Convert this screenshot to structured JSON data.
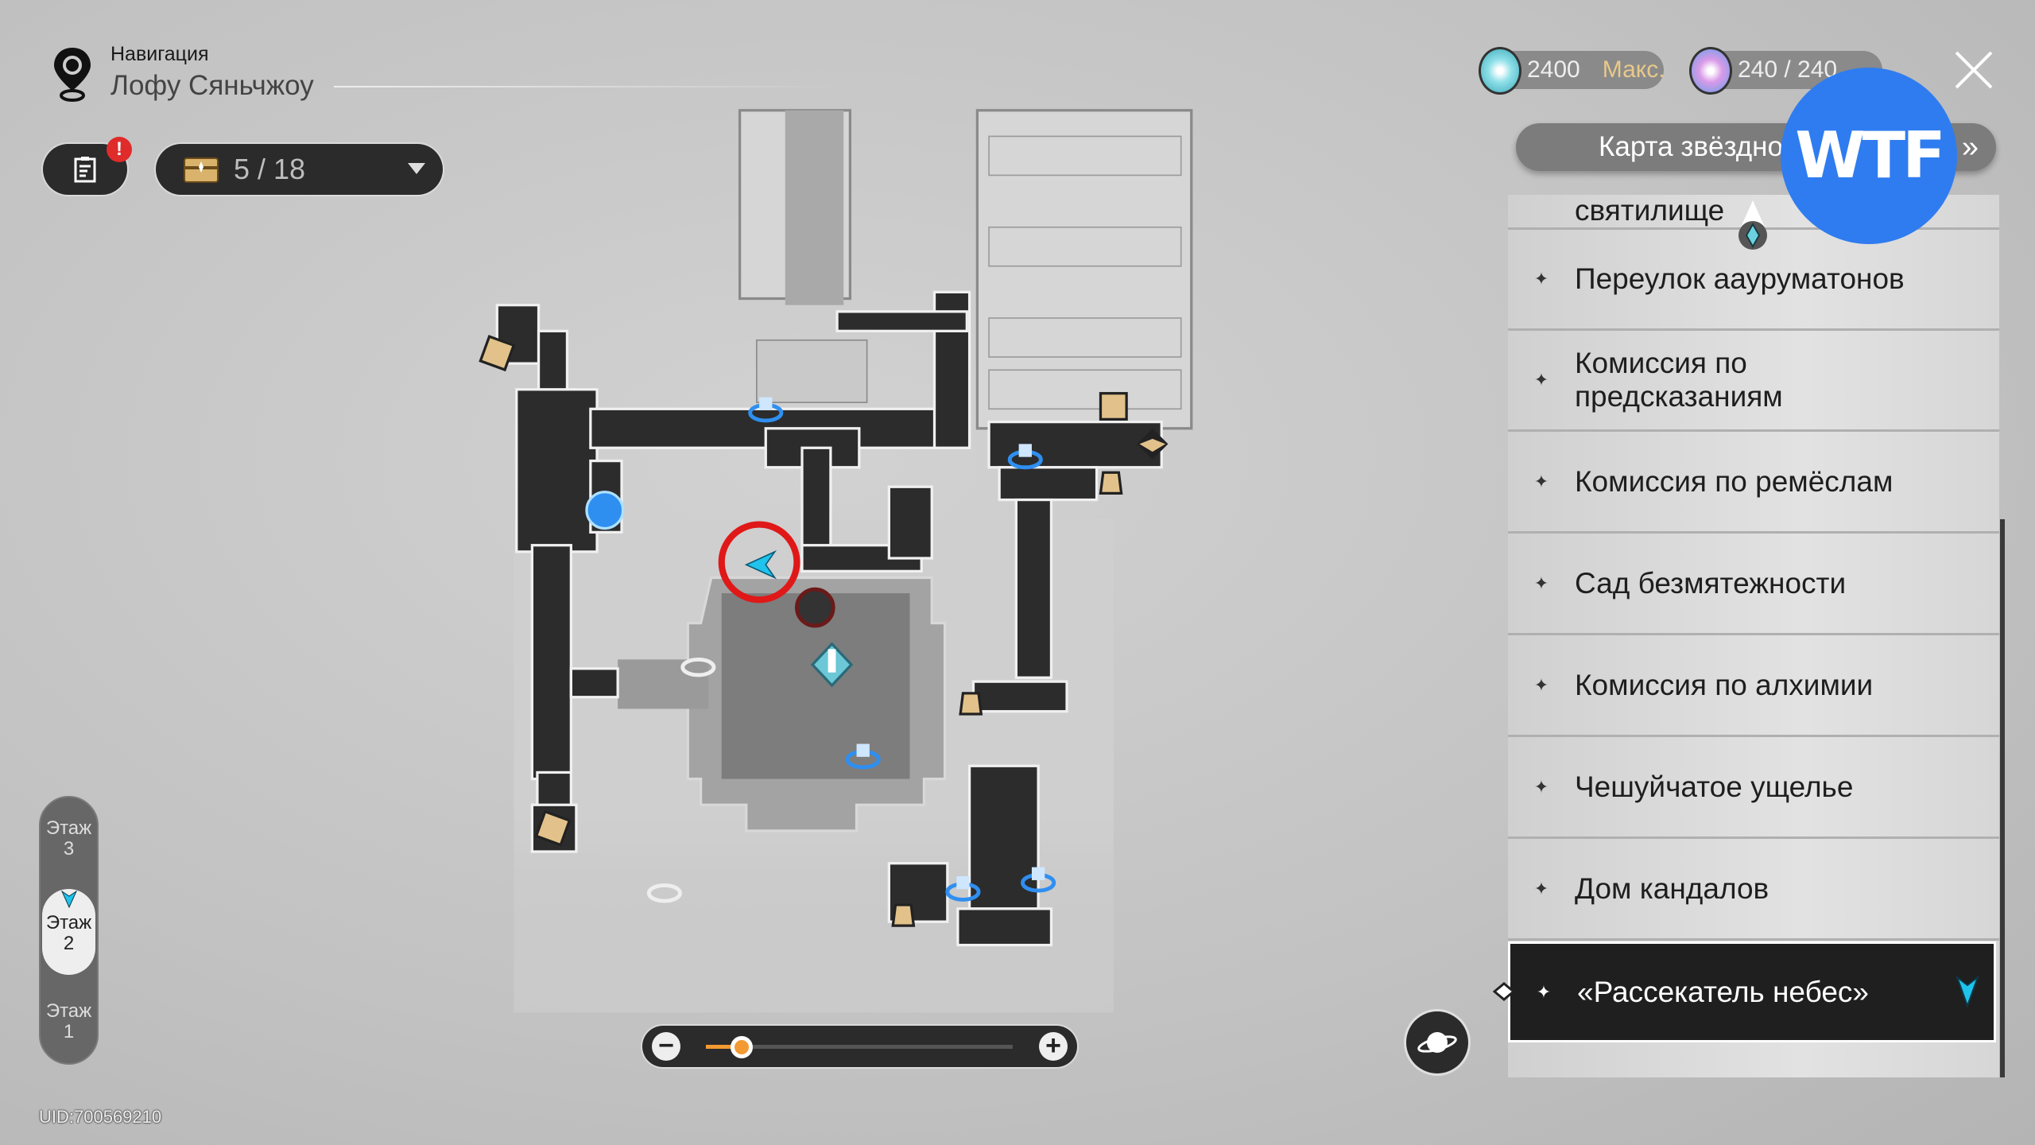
{
  "header": {
    "subtitle": "Навигация",
    "title": "Лофу Сяньчжоу"
  },
  "notes": {
    "badge": "!"
  },
  "chests": {
    "count": "5 / 18"
  },
  "currencies": [
    {
      "value": "2400",
      "status": "Макс."
    },
    {
      "value": "240 / 240"
    }
  ],
  "map_button": {
    "label": "Карта звёздно",
    "chevron": "»"
  },
  "watermark": "WTF",
  "locations": [
    {
      "label": "святилище"
    },
    {
      "label": "Переулок аауруматонов"
    },
    {
      "label": "Комиссия по предсказаниям"
    },
    {
      "label": "Комиссия по ремёслам"
    },
    {
      "label": "Сад безмятежности"
    },
    {
      "label": "Комиссия по алхимии"
    },
    {
      "label": "Чешуйчатое ущелье"
    },
    {
      "label": "Дом кандалов"
    },
    {
      "label": "«Рассекатель небес»",
      "selected": true
    }
  ],
  "floors": [
    {
      "label": "Этаж",
      "num": "3"
    },
    {
      "label": "Этаж",
      "num": "2",
      "active": true
    },
    {
      "label": "Этаж",
      "num": "1"
    }
  ],
  "zoom": {
    "minus": "−",
    "plus": "+",
    "level": 0.08
  },
  "uid": "UID:700569210",
  "colors": {
    "accent_cyan": "#1fc3ec",
    "teleport_blue": "#2f8ff0",
    "shop_gold": "#e2c28a",
    "marker_red": "#e01818",
    "zoom_orange": "#f39a32"
  }
}
